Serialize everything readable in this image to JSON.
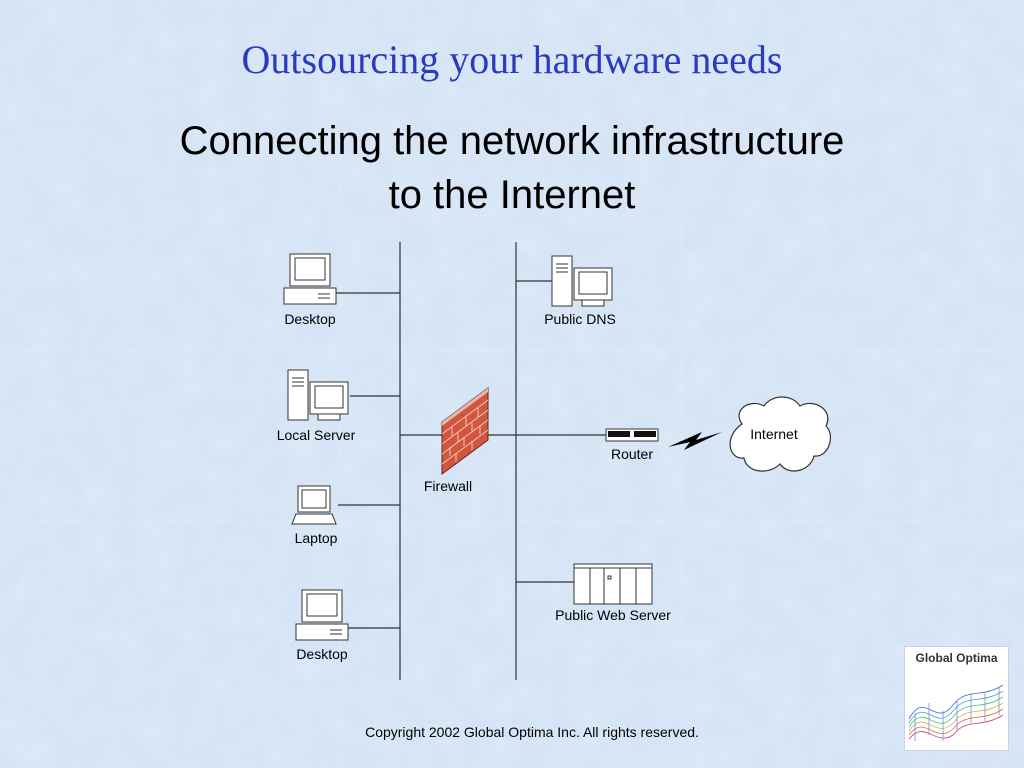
{
  "title": "Outsourcing your hardware needs",
  "subtitle": {
    "line1": "Connecting the network infrastructure",
    "line2": "to the Internet"
  },
  "diagram": {
    "nodes": {
      "desktop_top": "Desktop",
      "local_server": "Local Server",
      "laptop": "Laptop",
      "desktop_bottom": "Desktop",
      "firewall": "Firewall",
      "public_dns": "Public DNS",
      "public_web_server": "Public Web Server",
      "router": "Router",
      "internet": "Internet"
    }
  },
  "footer": "Copyright 2002 Global Optima Inc.  All rights reserved.",
  "logo": {
    "name": "Global Optima"
  },
  "colors": {
    "title": "#2a3bc0",
    "background": "#cfe0f3",
    "firewall_brick": "#d2553f"
  }
}
